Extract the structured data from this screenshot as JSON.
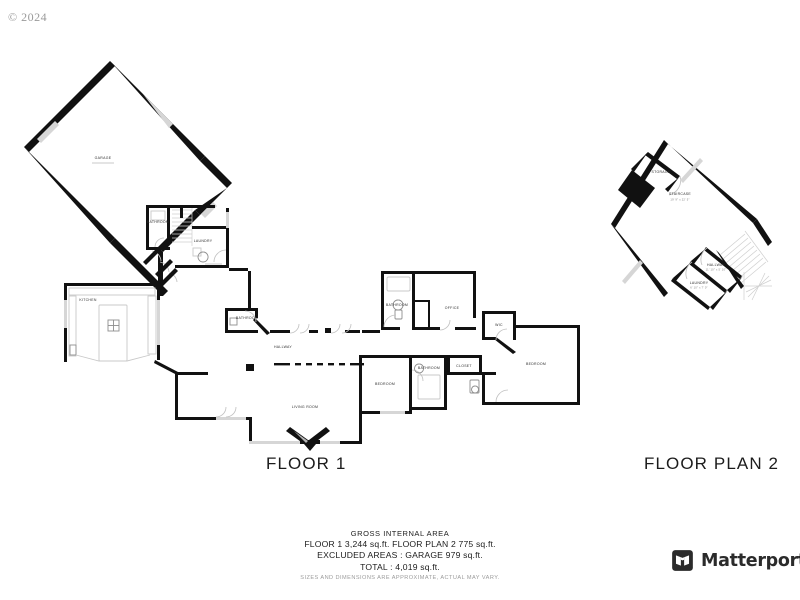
{
  "page": {
    "copyright": "© 2024"
  },
  "titles": {
    "floor1": "FLOOR 1",
    "floor2": "FLOOR PLAN 2"
  },
  "area_summary": {
    "heading": "GROSS INTERNAL AREA",
    "line1": "FLOOR 1 3,244 sq.ft.    FLOOR PLAN 2 775 sq.ft.",
    "line2": "EXCLUDED AREAS :   GARAGE 979 sq.ft.",
    "line3": "TOTAL :   4,019 sq.ft.",
    "disclaimer": "SIZES AND DIMENSIONS ARE APPROXIMATE, ACTUAL MAY VARY."
  },
  "brand": {
    "name": "Matterport",
    "mark": "matterport-logo-icon"
  },
  "floor1": {
    "rooms": [
      {
        "label": "GARAGE",
        "dim": ""
      },
      {
        "label": "BATHROOM",
        "dim": ""
      },
      {
        "label": "LAUNDRY",
        "dim": ""
      },
      {
        "label": "KITCHEN",
        "dim": ""
      },
      {
        "label": "BATHROOM",
        "dim": ""
      },
      {
        "label": "HALLWAY",
        "dim": ""
      },
      {
        "label": "LIVING ROOM",
        "dim": ""
      },
      {
        "label": "BATHROOM",
        "dim": ""
      },
      {
        "label": "OFFICE",
        "dim": ""
      },
      {
        "label": "WIC",
        "dim": ""
      },
      {
        "label": "CLOSET",
        "dim": ""
      },
      {
        "label": "BEDROOM",
        "dim": ""
      },
      {
        "label": "BATHROOM",
        "dim": ""
      },
      {
        "label": "BEDROOM",
        "dim": ""
      }
    ]
  },
  "floor2": {
    "rooms": [
      {
        "label": "STORAGE",
        "dim": ""
      },
      {
        "label": "STAIRCASE",
        "dim": "19' 9\" x 22' 5\""
      },
      {
        "label": "HALLWAY",
        "dim": "11' 10\" x 5' 10\""
      },
      {
        "label": "LAUNDRY",
        "dim": "6' 10\" x 7' 0\""
      }
    ]
  },
  "colors": {
    "wall": "#111111",
    "wall_light": "#d6d6d6",
    "fixture": "#c9c9c9",
    "text": "#1c1c1c",
    "muted": "#9a9a9a"
  }
}
